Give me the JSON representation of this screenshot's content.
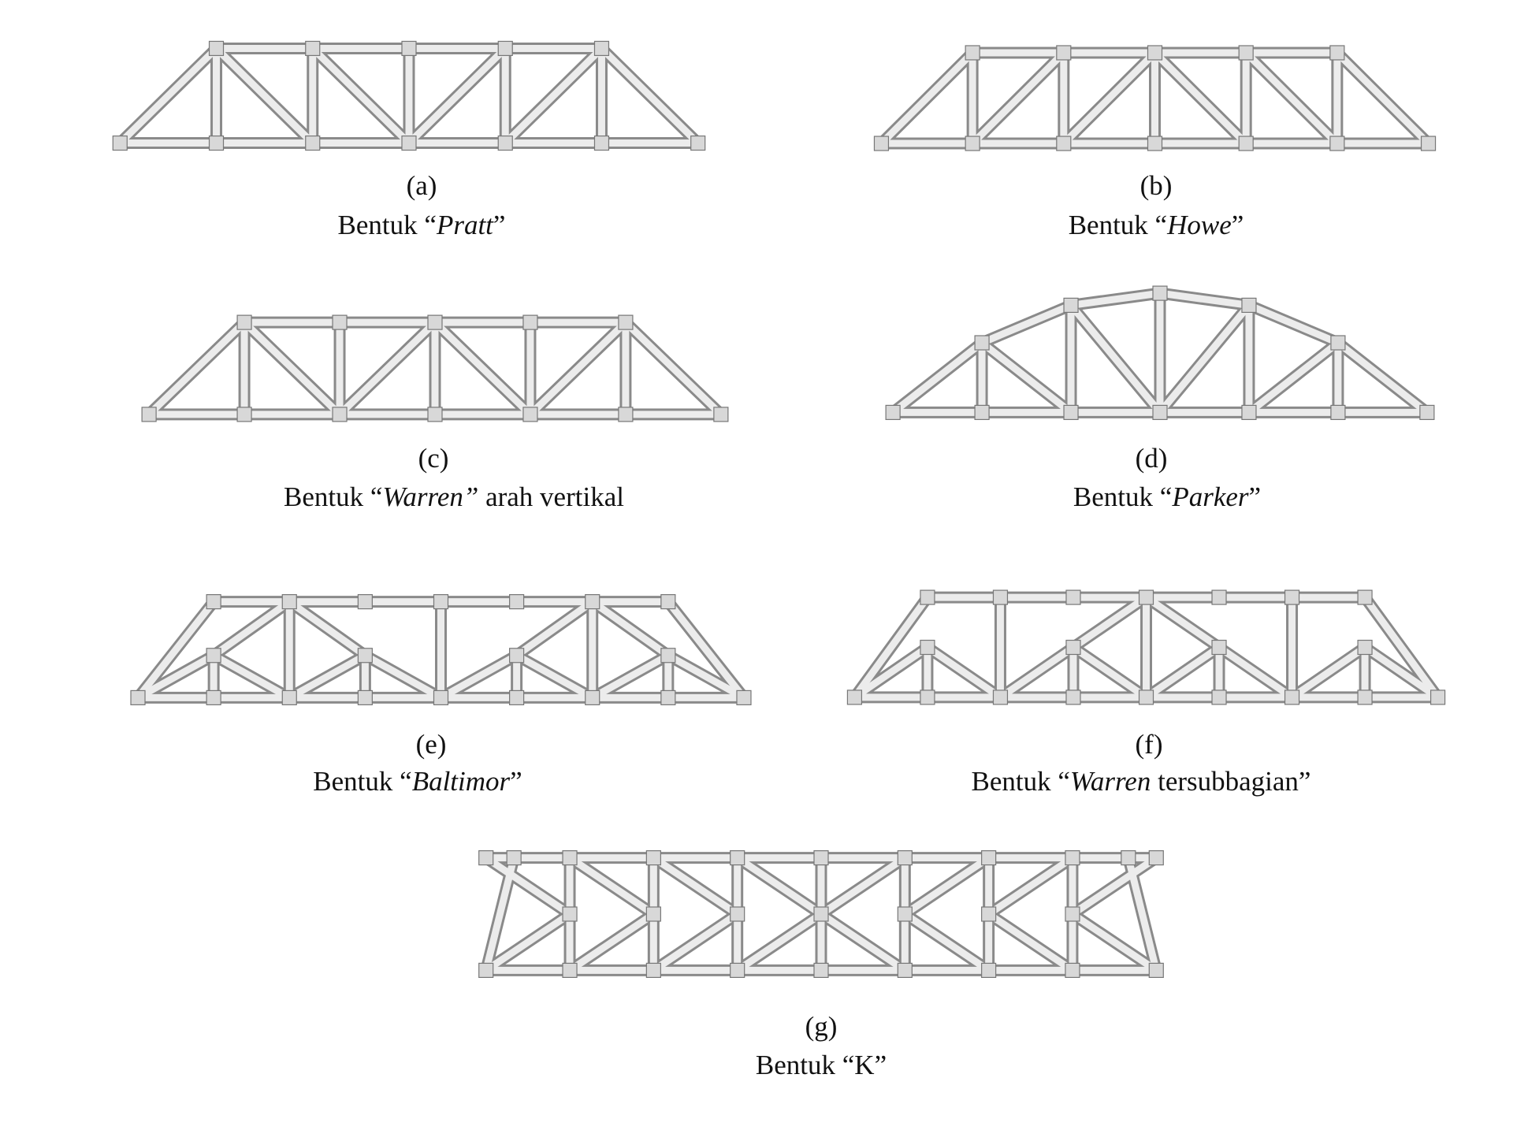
{
  "figures": [
    {
      "id": "a",
      "letter": "(a)",
      "prefix": "Bentuk “",
      "name": "Pratt",
      "name_italic": true,
      "suffix": "”",
      "type": "pratt"
    },
    {
      "id": "b",
      "letter": "(b)",
      "prefix": "Bentuk “",
      "name": "Howe",
      "name_italic": true,
      "suffix": "”",
      "type": "howe"
    },
    {
      "id": "c",
      "letter": "(c)",
      "prefix": "Bentuk “",
      "name": "Warren”",
      "name_italic": true,
      "suffix": " arah vertikal",
      "type": "warren"
    },
    {
      "id": "d",
      "letter": "(d)",
      "prefix": "Bentuk “",
      "name": "Parker",
      "name_italic": true,
      "suffix": "”",
      "type": "parker"
    },
    {
      "id": "e",
      "letter": "(e)",
      "prefix": "Bentuk “",
      "name": "Baltimor",
      "name_italic": true,
      "suffix": "”",
      "type": "baltimore"
    },
    {
      "id": "f",
      "letter": "(f)",
      "prefix": "Bentuk “",
      "name": "Warren",
      "name_italic": true,
      "suffix": " tersubbagian”",
      "type": "warren-sub"
    },
    {
      "id": "g",
      "letter": "(g)",
      "prefix": "Bentuk “",
      "name": "K",
      "name_italic": false,
      "suffix": "”",
      "type": "k"
    }
  ],
  "colors": {
    "member_edge": "#8a8a8a",
    "member_fill": "#ececec",
    "joint": "#d8d8d8"
  }
}
